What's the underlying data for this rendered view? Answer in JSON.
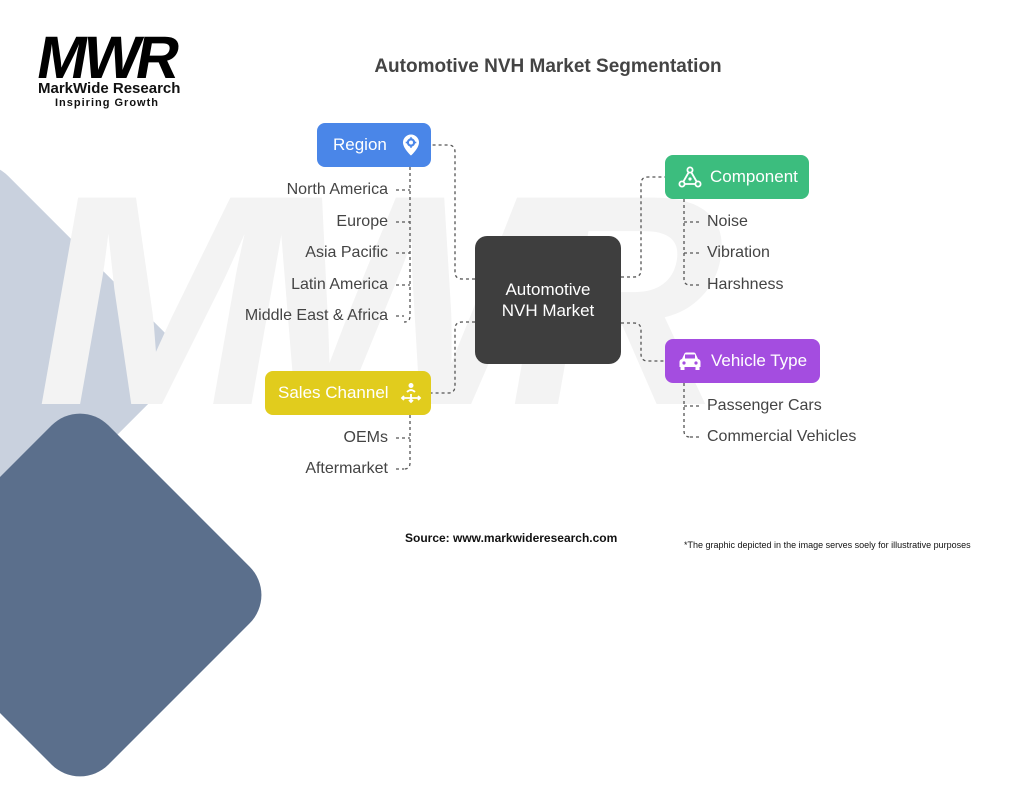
{
  "logo": {
    "mark": "MWR",
    "name": "MarkWide Research",
    "tagline": "Inspiring Growth"
  },
  "title": "Automotive NVH Market Segmentation",
  "center": {
    "line1": "Automotive",
    "line2": "NVH Market"
  },
  "segments": {
    "region": {
      "label": "Region",
      "icon": "location-gear-icon",
      "color": "#4a86e8",
      "items": [
        "North America",
        "Europe",
        "Asia Pacific",
        "Latin America",
        "Middle East & Africa"
      ]
    },
    "component": {
      "label": "Component",
      "icon": "triangle-nodes-icon",
      "color": "#3cbd7e",
      "items": [
        "Noise",
        "Vibration",
        "Harshness"
      ]
    },
    "vehicle_type": {
      "label": "Vehicle Type",
      "icon": "car-icon",
      "color": "#a44de0",
      "items": [
        "Passenger Cars",
        "Commercial Vehicles"
      ]
    },
    "sales_channel": {
      "label": "Sales Channel",
      "icon": "distribution-icon",
      "color": "#e1cc1d",
      "items": [
        "OEMs",
        "Aftermarket"
      ]
    }
  },
  "footer": {
    "source": "Source: www.markwideresearch.com",
    "note": "*The graphic depicted in the image serves soely for illustrative purposes"
  }
}
